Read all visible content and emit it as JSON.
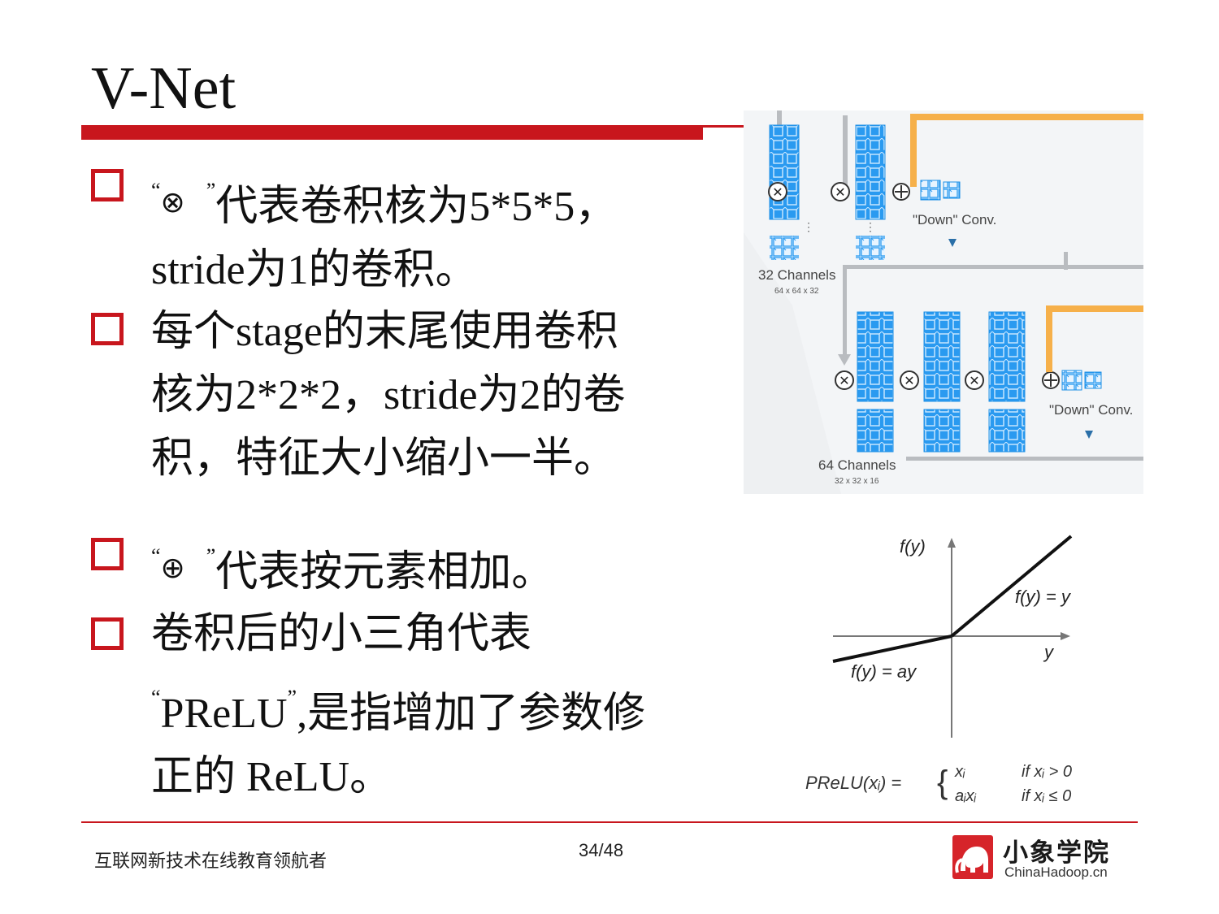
{
  "slide": {
    "title": "V-Net"
  },
  "bullets": [
    {
      "sym_open": "“",
      "symbol": "⊗",
      "sym_close": "”",
      "line1": "代表卷积核为5*5*5，",
      "line2": "stride为1的卷积。"
    },
    {
      "line1": "每个stage的末尾使用卷积",
      "line2": "核为2*2*2，stride为2的卷",
      "line3": "积，特征大小缩小一半。"
    },
    {
      "sym_open": "“",
      "symbol": "⊕",
      "sym_close": "”",
      "line1": "代表按元素相加。"
    },
    {
      "line1": "卷积后的小三角代表",
      "line2_q1": "“",
      "line2_term": "PReLU",
      "line2_q2": "”",
      "line2_rest": ",是指增加了参数修",
      "line3": "正的 ReLU。"
    }
  ],
  "vnet_figure": {
    "label_down_conv_1": "\"Down\" Conv.",
    "label_down_conv_2": "\"Down\" Conv.",
    "label_32_channels": "32 Channels",
    "label_32_size": "64 x 64 x 32",
    "label_64_channels": "64 Channels",
    "label_64_size": "32 x 32 x 16"
  },
  "prelu_figure": {
    "y_axis_label": "f(y)",
    "x_axis_label": "y",
    "positive_label": "f(y) = y",
    "negative_label": "f(y) = ay",
    "formula_lhs": "PReLU(xᵢ) =",
    "case1_value": "xᵢ",
    "case1_cond": "if xᵢ > 0",
    "case2_value": "aᵢxᵢ",
    "case2_cond": "if xᵢ ≤ 0"
  },
  "footer": {
    "slogan": "互联网新技术在线教育领航者",
    "page": "34/48",
    "logo_name": "小象学院",
    "logo_url": "ChinaHadoop.cn"
  },
  "colors": {
    "accent": "#c8161d",
    "cube_blue": "#1e90e6",
    "arrow_orange": "#f6b04a"
  }
}
